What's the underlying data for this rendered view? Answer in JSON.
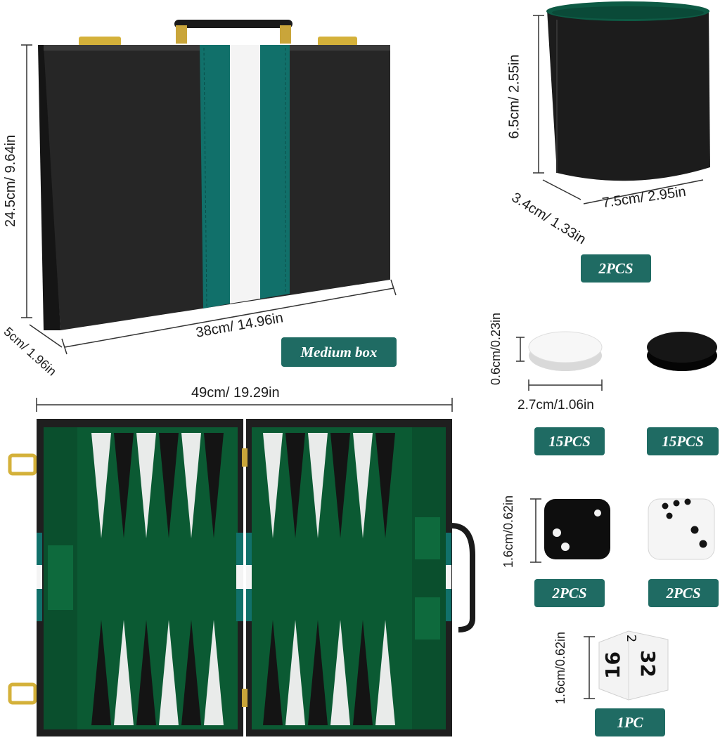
{
  "case": {
    "height_label": "24.5cm/ 9.64in",
    "depth_label": "5cm/ 1.96in",
    "width_label": "38cm/ 14.96in",
    "badge": "Medium box"
  },
  "cup": {
    "height_label": "6.5cm/ 2.55in",
    "depth_label": "3.4cm/ 1.33in",
    "width_label": "7.5cm/ 2.95in",
    "badge": "2PCS"
  },
  "board": {
    "width_label": "49cm/ 19.29in"
  },
  "checkers": {
    "height_label": "0.6cm/0.23in",
    "width_label": "2.7cm/1.06in",
    "white_badge": "15PCS",
    "black_badge": "15PCS"
  },
  "dice": {
    "height_label": "1.6cm/0.62in",
    "black_badge": "2PCS",
    "white_badge": "2PCS",
    "doubling": {
      "height_label": "1.6cm/0.62in",
      "face_top": "2",
      "face_left": "16",
      "face_right": "32",
      "badge": "1PC"
    }
  },
  "colors": {
    "badge_teal": "#1f6b63",
    "felt_green": "#0b5a33",
    "stripe_teal": "#11706a",
    "case_black": "#232323",
    "hardware_gold": "#d4b13a"
  }
}
